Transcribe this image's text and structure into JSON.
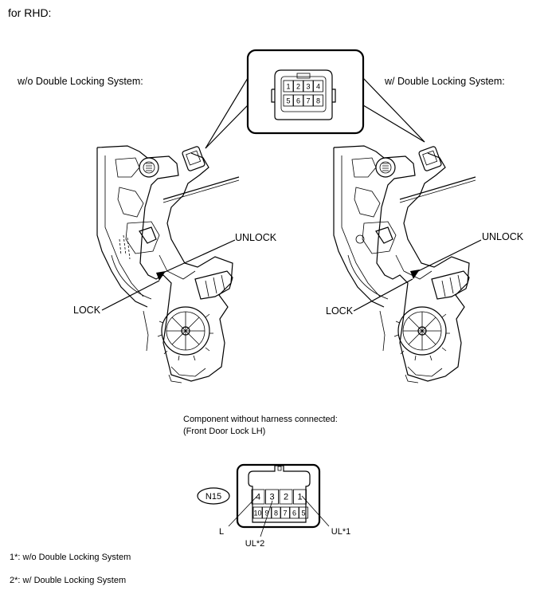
{
  "header": {
    "title": "for RHD:"
  },
  "views": {
    "left_title": "w/o Double Locking System:",
    "right_title": "w/ Double Locking System:",
    "unlock": "UNLOCK",
    "lock": "LOCK"
  },
  "callout": {
    "pins_top": [
      "1",
      "2",
      "3",
      "4"
    ],
    "pins_bottom": [
      "5",
      "6",
      "7",
      "8"
    ]
  },
  "connector": {
    "caption_line1": "Component without harness connected:",
    "caption_line2": "(Front Door Lock LH)",
    "code": "N15",
    "top_pins": [
      "4",
      "3",
      "2",
      "1"
    ],
    "bottom_pins": [
      "10",
      "9",
      "8",
      "7",
      "6",
      "5"
    ],
    "label_l": "L",
    "label_ul2": "UL*2",
    "label_ul1": "UL*1"
  },
  "notes": {
    "note1": "1*: w/o Double Locking System",
    "note2": "2*: w/ Double Locking System"
  }
}
